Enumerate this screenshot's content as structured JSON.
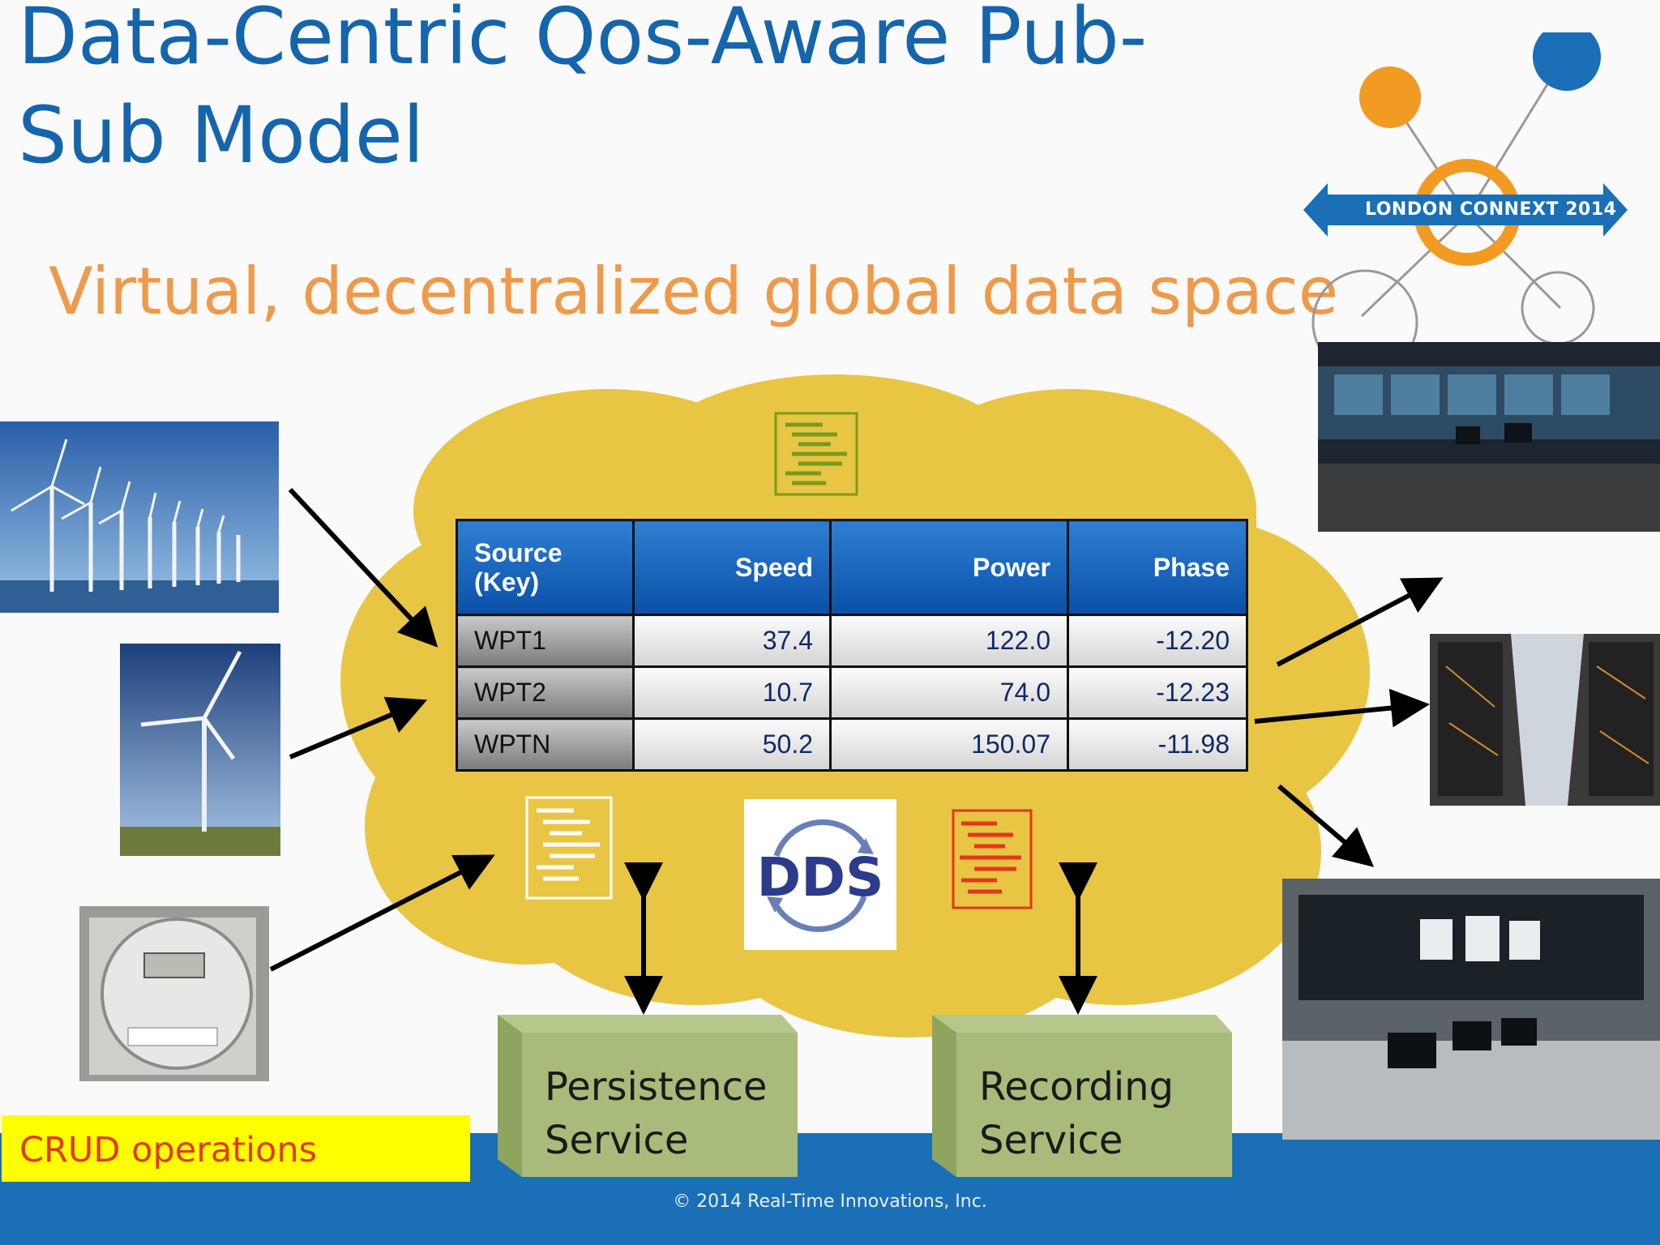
{
  "slide": {
    "title": "Data-Centric Qos-Aware Pub-Sub Model",
    "subtitle": "Virtual, decentralized global data space",
    "badge_text": "LONDON CONNEXT 2014",
    "dds_label": "DDS",
    "crud_label": "CRUD operations",
    "footer": "© 2014 Real-Time Innovations, Inc.",
    "colors": {
      "title": "#1565ad",
      "subtitle": "#ef9a4a",
      "cloud": "#e9c544",
      "bar": "#1a6fb7",
      "crud_bg": "#ffff00",
      "crud_text": "#e03a1a"
    }
  },
  "table": {
    "headers": [
      "Source\n(Key)",
      "Speed",
      "Power",
      "Phase"
    ],
    "rows": [
      {
        "key": "WPT1",
        "speed": "37.4",
        "power": "122.0",
        "phase": "-12.20"
      },
      {
        "key": "WPT2",
        "speed": "10.7",
        "power": "74.0",
        "phase": "-12.23"
      },
      {
        "key": "WPTN",
        "speed": "50.2",
        "power": "150.07",
        "phase": "-11.98"
      }
    ]
  },
  "services": [
    {
      "line1": "Persistence",
      "line2": "Service"
    },
    {
      "line1": "Recording",
      "line2": "Service"
    }
  ]
}
